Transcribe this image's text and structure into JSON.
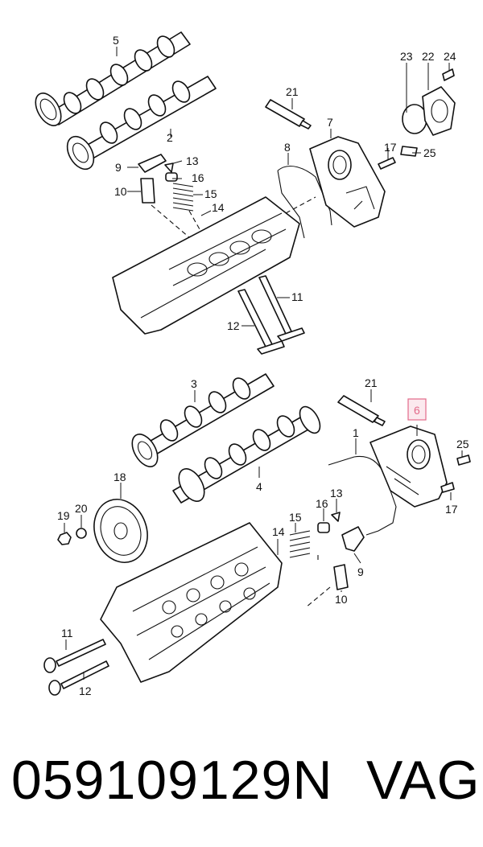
{
  "caption": {
    "part_number": "059109129N",
    "brand": "VAG"
  },
  "highlight_color": "#e26a8a",
  "upper_view": {
    "callouts": [
      {
        "id": "u5",
        "label": "5"
      },
      {
        "id": "u2",
        "label": "2"
      },
      {
        "id": "u21",
        "label": "21"
      },
      {
        "id": "u23",
        "label": "23"
      },
      {
        "id": "u22",
        "label": "22"
      },
      {
        "id": "u24",
        "label": "24"
      },
      {
        "id": "u7",
        "label": "7"
      },
      {
        "id": "u8",
        "label": "8"
      },
      {
        "id": "u17",
        "label": "17"
      },
      {
        "id": "u25",
        "label": "25"
      },
      {
        "id": "u13",
        "label": "13"
      },
      {
        "id": "u9",
        "label": "9"
      },
      {
        "id": "u16",
        "label": "16"
      },
      {
        "id": "u10",
        "label": "10"
      },
      {
        "id": "u15",
        "label": "15"
      },
      {
        "id": "u14",
        "label": "14"
      },
      {
        "id": "u11",
        "label": "11"
      },
      {
        "id": "u12",
        "label": "12"
      }
    ]
  },
  "lower_view": {
    "callouts": [
      {
        "id": "l3",
        "label": "3"
      },
      {
        "id": "l21",
        "label": "21"
      },
      {
        "id": "l6",
        "label": "6",
        "highlighted": true
      },
      {
        "id": "l1",
        "label": "1"
      },
      {
        "id": "l25",
        "label": "25"
      },
      {
        "id": "l18",
        "label": "18"
      },
      {
        "id": "l4",
        "label": "4"
      },
      {
        "id": "l19",
        "label": "19"
      },
      {
        "id": "l20",
        "label": "20"
      },
      {
        "id": "l13",
        "label": "13"
      },
      {
        "id": "l16",
        "label": "16"
      },
      {
        "id": "l15",
        "label": "15"
      },
      {
        "id": "l17",
        "label": "17"
      },
      {
        "id": "l14",
        "label": "14"
      },
      {
        "id": "l9",
        "label": "9"
      },
      {
        "id": "l10",
        "label": "10"
      },
      {
        "id": "l11",
        "label": "11"
      },
      {
        "id": "l12",
        "label": "12"
      }
    ]
  }
}
